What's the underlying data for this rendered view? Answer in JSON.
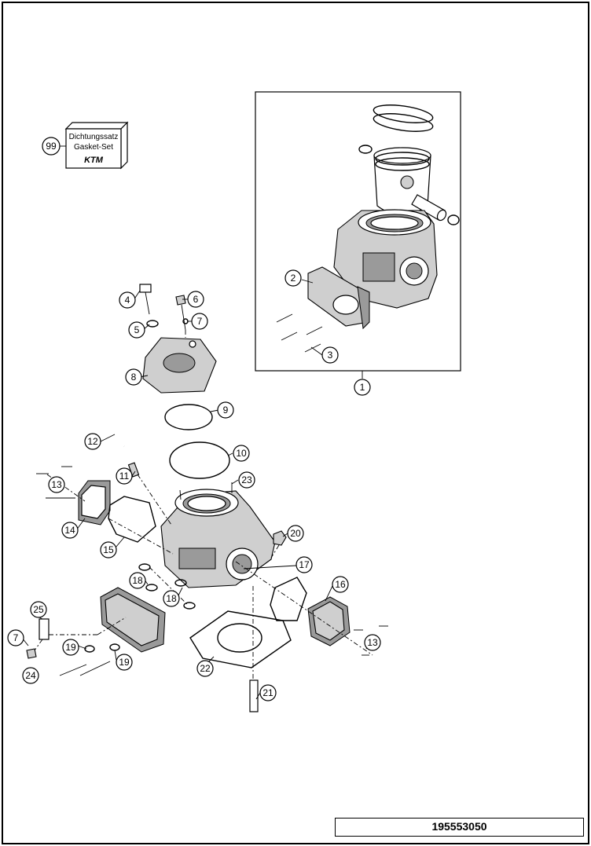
{
  "document_number": "195553050",
  "gasket_set": {
    "label_de": "Dichtungssatz",
    "label_en": "Gasket-Set",
    "brand": "KTM"
  },
  "callouts": [
    "1",
    "2",
    "3",
    "4",
    "5",
    "6",
    "7",
    "8",
    "9",
    "10",
    "11",
    "12",
    "13",
    "14",
    "15",
    "16",
    "17",
    "18",
    "19",
    "20",
    "21",
    "22",
    "23",
    "24",
    "25",
    "99"
  ]
}
